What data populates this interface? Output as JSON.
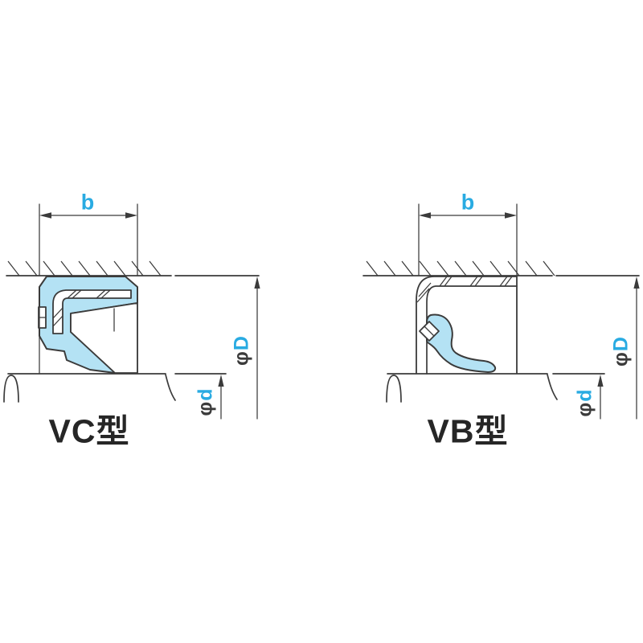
{
  "colors": {
    "accent": "#29abe2",
    "line": "#3b3b3b",
    "seal_fill": "#b4e2f4",
    "text": "#262626",
    "background": "#ffffff"
  },
  "diagrams": [
    {
      "caption": "VC型",
      "labels": {
        "width": "b",
        "outer_diameter": {
          "symbol": "φ",
          "letter": "D"
        },
        "inner_diameter": {
          "symbol": "φ",
          "letter": "d"
        }
      }
    },
    {
      "caption": "VB型",
      "labels": {
        "width": "b",
        "outer_diameter": {
          "symbol": "φ",
          "letter": "D"
        },
        "inner_diameter": {
          "symbol": "φ",
          "letter": "d"
        }
      }
    }
  ]
}
